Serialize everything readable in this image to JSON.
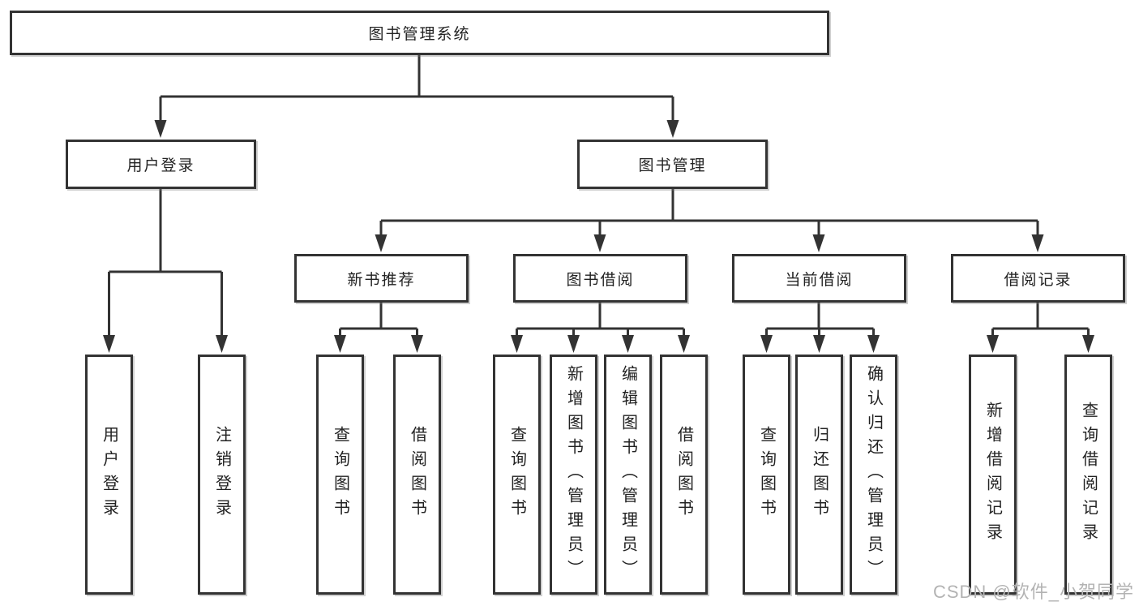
{
  "diagram": {
    "title": "图书管理系统",
    "branches": [
      {
        "label": "用户登录",
        "children": [
          "用户登录",
          "注销登录"
        ]
      },
      {
        "label": "图书管理",
        "modules": [
          {
            "label": "新书推荐",
            "children": [
              "查询图书",
              "借阅图书"
            ]
          },
          {
            "label": "图书借阅",
            "children": [
              "查询图书",
              "新增图书（管理员）",
              "编辑图书（管理员）",
              "借阅图书"
            ]
          },
          {
            "label": "当前借阅",
            "children": [
              "查询图书",
              "归还图书",
              "确认归还（管理员）"
            ]
          },
          {
            "label": "借阅记录",
            "children": [
              "新增借阅记录",
              "查询借阅记录"
            ]
          }
        ]
      }
    ]
  },
  "watermark": {
    "text": "CSDN @软件_小贺同学"
  },
  "colors": {
    "line": "#333333",
    "box_border": "#333333",
    "text": "#222222",
    "watermark": "#b3b3b3",
    "background": "#ffffff"
  }
}
